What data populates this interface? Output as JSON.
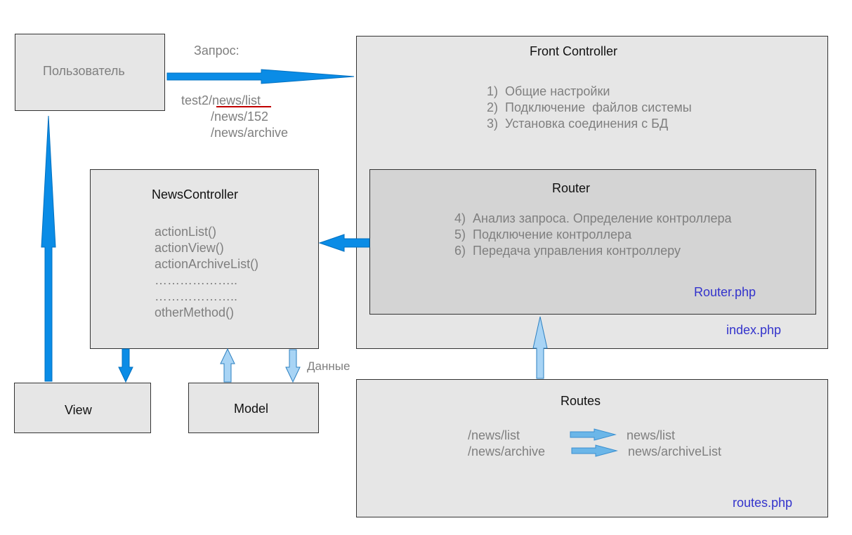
{
  "user": {
    "label": "Пользователь"
  },
  "request": {
    "label": "Запрос:",
    "url_prefix": "test2/",
    "url_path": "news/list",
    "examples": [
      "/news/152",
      "/news/archive"
    ]
  },
  "front_controller": {
    "title": "Front Controller",
    "steps": [
      "1)  Общие настройки",
      "2)  Подключение  файлов системы",
      "3)  Установка соединения с БД"
    ],
    "file": "index.php"
  },
  "router": {
    "title": "Router",
    "steps": [
      "4)  Анализ запроса. Определение контроллера",
      "5)  Подключение контроллера",
      "6)  Передача управления контроллеру"
    ],
    "file": "Router.php"
  },
  "news_controller": {
    "title": "NewsController",
    "methods": [
      "actionList()",
      "actionView()",
      "actionArchiveList()",
      "………………..",
      "………………..",
      "otherMethod()"
    ]
  },
  "view": {
    "label": "View"
  },
  "model": {
    "label": "Model"
  },
  "data_label": "Данные",
  "routes": {
    "title": "Routes",
    "rows": [
      {
        "pattern": "/news/list",
        "target": "news/list"
      },
      {
        "pattern": "/news/archive",
        "target": "news/archiveList"
      }
    ],
    "file": "routes.php"
  },
  "colors": {
    "arrow_strong": "#0a8ce6",
    "arrow_light": "#a8d4f5",
    "box_fill": "#e6e6e6",
    "router_fill": "#d4d4d4",
    "file_label": "#3333cc",
    "underline": "#c00000"
  }
}
